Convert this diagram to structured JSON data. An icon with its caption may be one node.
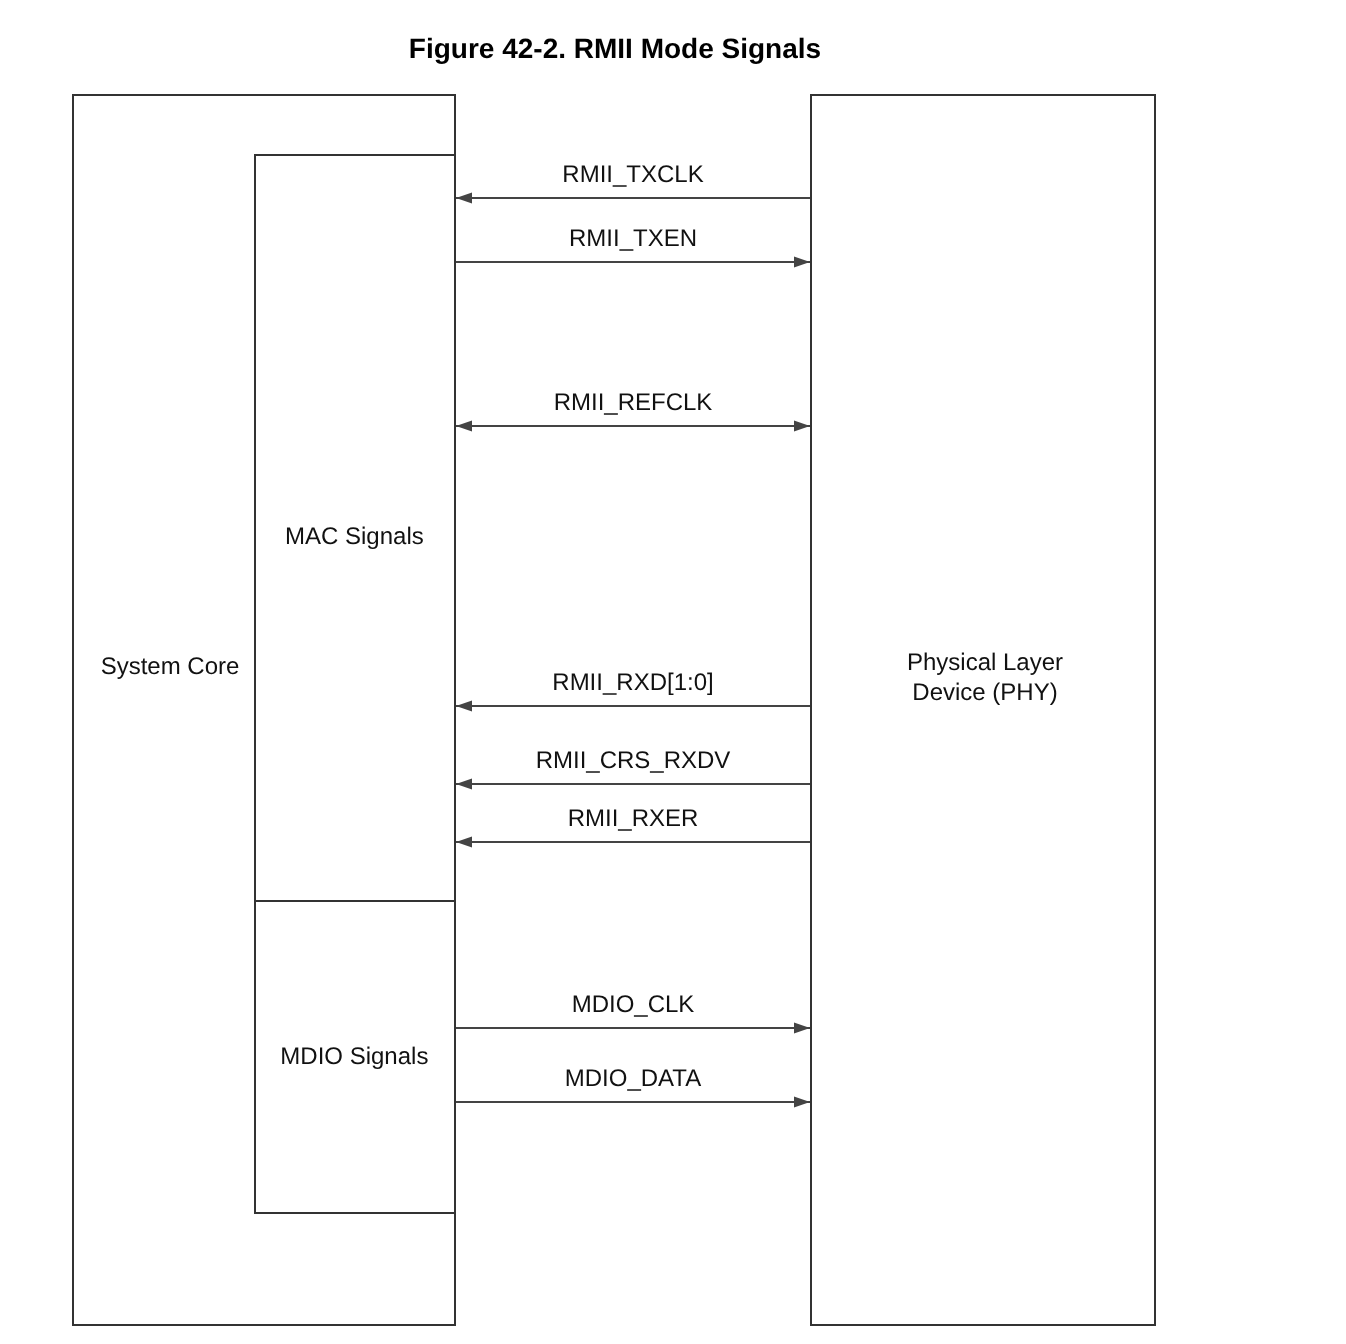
{
  "diagram": {
    "title": "Figure 42-2. RMII Mode Signals",
    "nodes": [
      {
        "text": [
          "System Core"
        ]
      },
      {
        "text": [
          "MAC Signals"
        ],
        "in": 0
      },
      {
        "text": [
          "MDIO Signals"
        ],
        "in": 0
      },
      {
        "text": [
          "Physical Layer Device (PHY)"
        ]
      }
    ],
    "edges": [
      {
        "from": 3,
        "to": 1,
        "arrow": "to",
        "label": "RMII_TXCLK"
      },
      {
        "from": 1,
        "to": 3,
        "arrow": "to",
        "label": "RMII_TXEN"
      },
      {
        "from": 1,
        "to": 3,
        "arrow": "both",
        "label": "RMII_REFCLK"
      },
      {
        "from": 3,
        "to": 1,
        "arrow": "to",
        "label": "RMII_RXD[1:0]"
      },
      {
        "from": 3,
        "to": 1,
        "arrow": "to",
        "label": "RMII_CRS_RXDV"
      },
      {
        "from": 3,
        "to": 1,
        "arrow": "to",
        "label": "RMII_RXER"
      },
      {
        "from": 2,
        "to": 3,
        "arrow": "to",
        "label": "MDIO_CLK"
      },
      {
        "from": 2,
        "to": 3,
        "arrow": "to",
        "label": "MDIO_DATA"
      }
    ]
  }
}
